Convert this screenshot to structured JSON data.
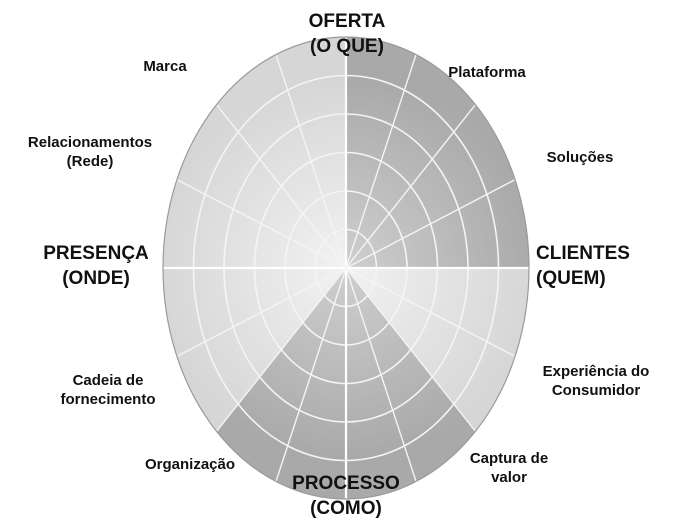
{
  "diagram": {
    "main_dimensions": {
      "top": {
        "line1": "OFERTA",
        "line2": "(O QUE)"
      },
      "right": {
        "line1": "CLIENTES",
        "line2": "(QUEM)"
      },
      "bottom": {
        "line1": "PROCESSO",
        "line2": "(COMO)"
      },
      "left": {
        "line1": "PRESENÇA",
        "line2": "(ONDE)"
      }
    },
    "sub_dimensions": {
      "plataforma": {
        "line1": "Plataforma"
      },
      "solucoes": {
        "line1": "Soluções"
      },
      "experiencia": {
        "line1": "Experiência do",
        "line2": "Consumidor"
      },
      "captura": {
        "line1": "Captura de",
        "line2": "valor"
      },
      "organizacao": {
        "line1": "Organização"
      },
      "cadeia": {
        "line1": "Cadeia de",
        "line2": "fornecimento"
      },
      "relacionamentos": {
        "line1": "Relacionamentos",
        "line2": "(Rede)"
      },
      "marca": {
        "line1": "Marca"
      }
    },
    "colors": {
      "light_quadrant": "#e2e2e2",
      "dark_quadrant": "#b7b7b7",
      "gridline": "#f4f4f4",
      "outline": "#9a9a9a",
      "text": "#111111"
    }
  }
}
